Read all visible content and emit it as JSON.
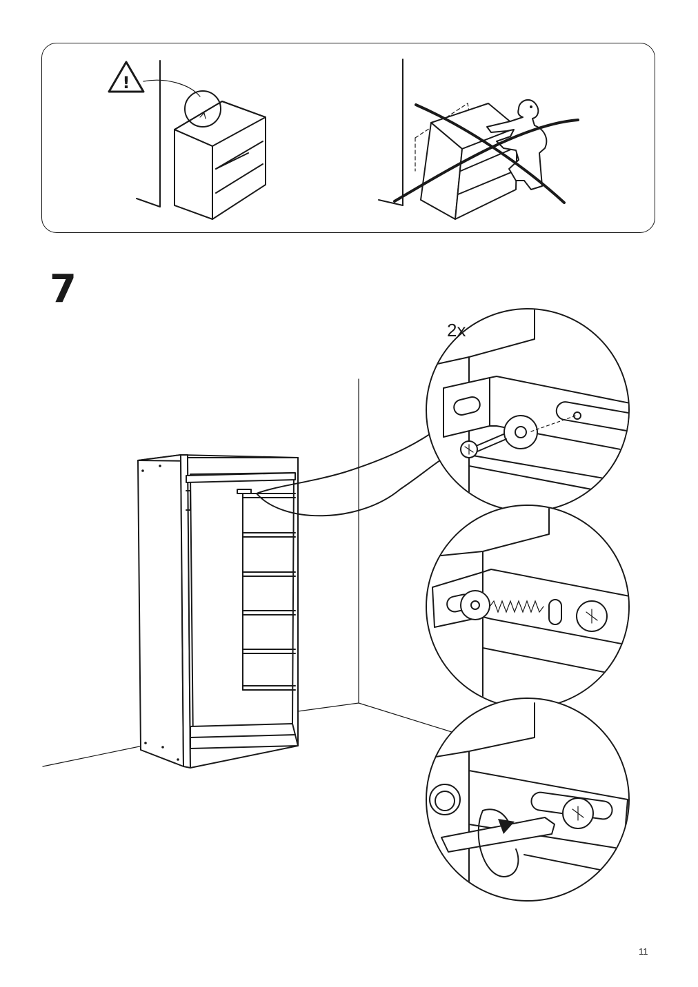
{
  "warning": {
    "symbol": "!",
    "correct_icon": "wall-anchored-shelf-illustration",
    "incorrect_icon": "tipping-shelf-crossed-out-illustration"
  },
  "step": {
    "number": "7",
    "quantity": "2x"
  },
  "page": {
    "number": "11"
  }
}
